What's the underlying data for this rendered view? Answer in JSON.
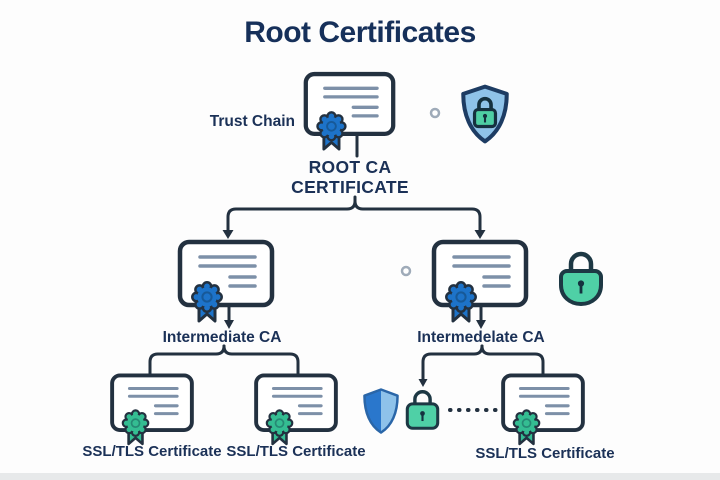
{
  "title": "Root Certificates",
  "diagram": {
    "trust_chain_label": "Trust Chain",
    "root": {
      "line1": "ROOT CA",
      "line2": "CERTIFICATE"
    },
    "intermediates": {
      "left": "Intermediate CA",
      "right": "Intermedelate CA"
    },
    "ssl_certs": {
      "left": "SSL/TLS Certificate",
      "middle": "SSL/TLS Certificate",
      "right": "SSL/TLS Certificate"
    }
  },
  "colors": {
    "background": "#fdfdfd",
    "text_navy": "#16305a",
    "outline_dark": "#233140",
    "certificate_line_gray": "#7d90a8",
    "ribbon_blue": "#1d73c9",
    "ribbon_green": "#34bd92",
    "shield_light_blue": "#8fc3e9",
    "shield_dark_blue": "#2a77cc",
    "lock_green": "#4ecfa4"
  }
}
